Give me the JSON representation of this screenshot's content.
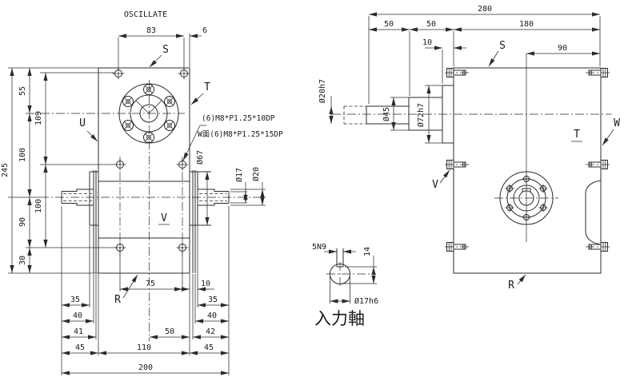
{
  "background": "#ffffff",
  "line_color": "#2b2b2b",
  "left_view": {
    "title": "OSCILLATE",
    "labels": {
      "s": "S",
      "t": "T",
      "u": "U",
      "v": "V",
      "r": "R"
    },
    "thread_note": {
      "line1": "(6)M8*P1.25*10DP",
      "line2": "W面(6)M8*P1.25*15DP"
    },
    "dims": {
      "top_span": "83",
      "top_edge": "6",
      "height_total": "245",
      "h55": "55",
      "h100a": "100",
      "h90": "90",
      "h30": "30",
      "h109": "109",
      "h100b": "100",
      "boss_dia": "Ø67",
      "shaft_dia_small": "Ø17",
      "shaft_dia_large": "Ø20",
      "hole_span": "75",
      "strip": "10",
      "b35l": "35",
      "b40l": "40",
      "b41": "41",
      "b45l": "45",
      "b50": "50",
      "b110": "110",
      "b35r": "35",
      "b40r": "40",
      "b42": "42",
      "b45r": "45",
      "width_total": "200"
    }
  },
  "right_view": {
    "labels": {
      "s": "S",
      "t": "T",
      "w": "W",
      "v": "V",
      "r": "R"
    },
    "dims": {
      "width_total": "280",
      "w50a": "50",
      "w50b": "50",
      "w180": "180",
      "plate": "10",
      "w90": "90",
      "shaft_dia": "Ø20h7",
      "step_dia": "Ø45",
      "spigot_dia": "Ø72h7"
    }
  },
  "detail_view": {
    "caption": "入力軸",
    "dims": {
      "keyway": "5N9",
      "key_height": "14",
      "shaft_dia": "Ø17h6"
    }
  }
}
